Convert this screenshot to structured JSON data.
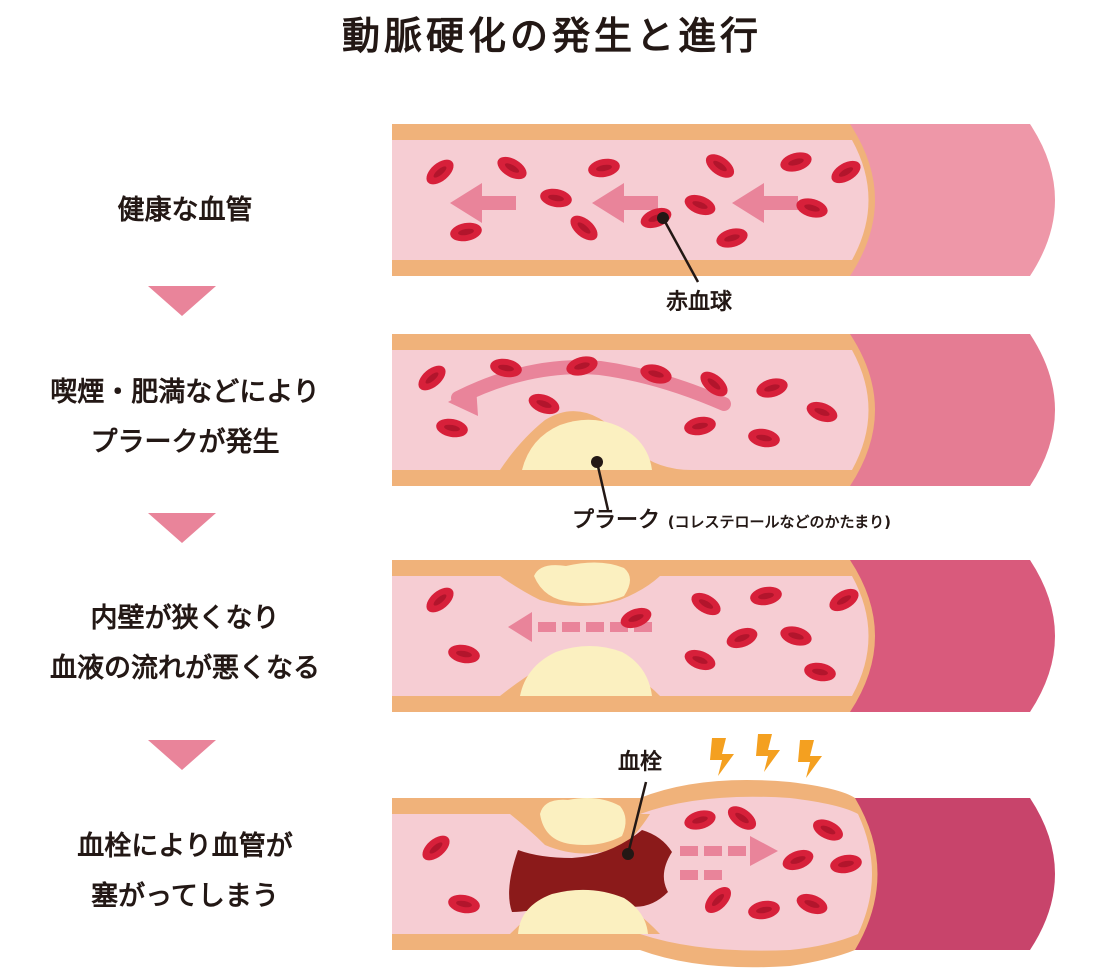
{
  "title": "動脈硬化の発生と進行",
  "stages": [
    {
      "line1": "健康な血管",
      "line2": ""
    },
    {
      "line1": "喫煙・肥満などにより",
      "line2": "プラークが発生"
    },
    {
      "line1": "内壁が狭くなり",
      "line2": "血液の流れが悪くなる"
    },
    {
      "line1": "血栓により血管が",
      "line2": "塞がってしまう"
    }
  ],
  "callouts": {
    "red_blood_cell": "赤血球",
    "plaque": "プラーク",
    "plaque_note": "(コレステロールなどのかたまり)",
    "thrombus": "血栓"
  },
  "colors": {
    "vessel_wall": "#f0b27a",
    "lumen": "#f6cdd3",
    "outer_stage1": "#ee97a8",
    "outer_stage2": "#e57c93",
    "outer_stage3": "#d95a7c",
    "outer_stage4": "#c8446b",
    "red_cell": "#d7203a",
    "plaque": "#fbf0c0",
    "thrombus": "#8b1a1a",
    "flow_arrow": "#e9849a",
    "lightning": "#f4a020"
  },
  "icons": [
    "down-triangle-icon",
    "flow-arrow-icon",
    "lightning-icon",
    "red-blood-cell-icon"
  ]
}
